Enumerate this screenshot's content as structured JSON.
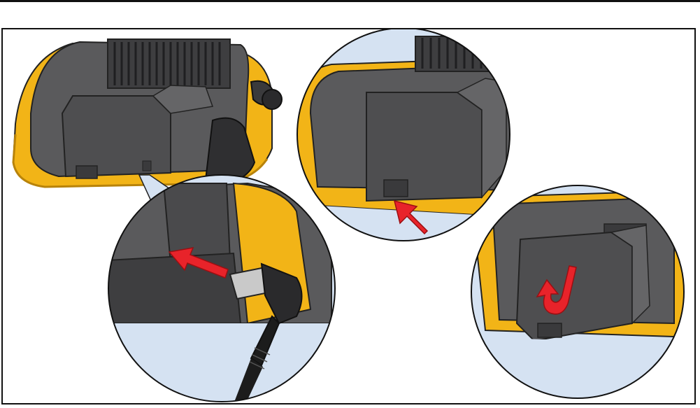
{
  "colors": {
    "housing_yellow": "#f2b417",
    "housing_yellow_dark": "#d99b0a",
    "body_gray": "#5a5a5c",
    "body_gray_light": "#6e6e70",
    "body_gray_dark": "#3a3a3c",
    "surface_blue": "#d5e2f2",
    "arrow_red": "#e8232a",
    "cable_black": "#1c1c1c"
  },
  "icons": {
    "push_arrow": "arrow-up-right",
    "plug_arrow": "arrow-left",
    "rotate_arrow": "curved-rotate-arrow"
  }
}
